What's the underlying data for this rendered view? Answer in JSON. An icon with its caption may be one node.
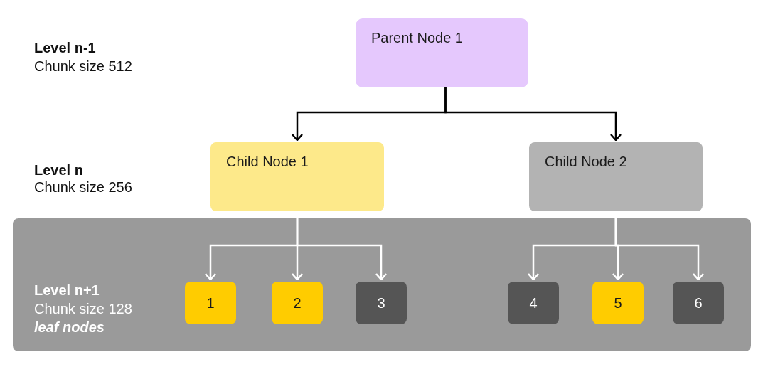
{
  "diagram": {
    "nodes": [
      {
        "text": [
          "Parent Node 1"
        ]
      },
      {
        "text": [
          "Child Node 1"
        ]
      },
      {
        "text": [
          "Child Node 2"
        ]
      },
      {
        "text": [
          "Level n+1",
          "Chunk size 128",
          "leaf nodes"
        ]
      },
      {
        "text": [
          "1"
        ],
        "in": 3
      },
      {
        "text": [
          "2"
        ],
        "in": 3
      },
      {
        "text": [
          "3"
        ],
        "in": 3
      },
      {
        "text": [
          "4"
        ],
        "in": 3
      },
      {
        "text": [
          "5"
        ],
        "in": 3
      },
      {
        "text": [
          "6"
        ],
        "in": 3
      }
    ],
    "edges": [
      {
        "from": 0,
        "to": 1,
        "arrow": "to",
        "color": "#000000"
      },
      {
        "from": 0,
        "to": 2,
        "arrow": "to",
        "color": "#000000"
      },
      {
        "from": 1,
        "to": 4,
        "arrow": "to"
      },
      {
        "from": 1,
        "to": 5,
        "arrow": "to"
      },
      {
        "from": 1,
        "to": 6,
        "arrow": "to"
      },
      {
        "from": 2,
        "to": 7,
        "arrow": "to"
      },
      {
        "from": 2,
        "to": 8,
        "arrow": "to"
      },
      {
        "from": 2,
        "to": 9,
        "arrow": "to"
      }
    ],
    "labels": [
      "Level n-1",
      "Chunk size 512",
      "Level n",
      "Chunk size 256"
    ]
  }
}
